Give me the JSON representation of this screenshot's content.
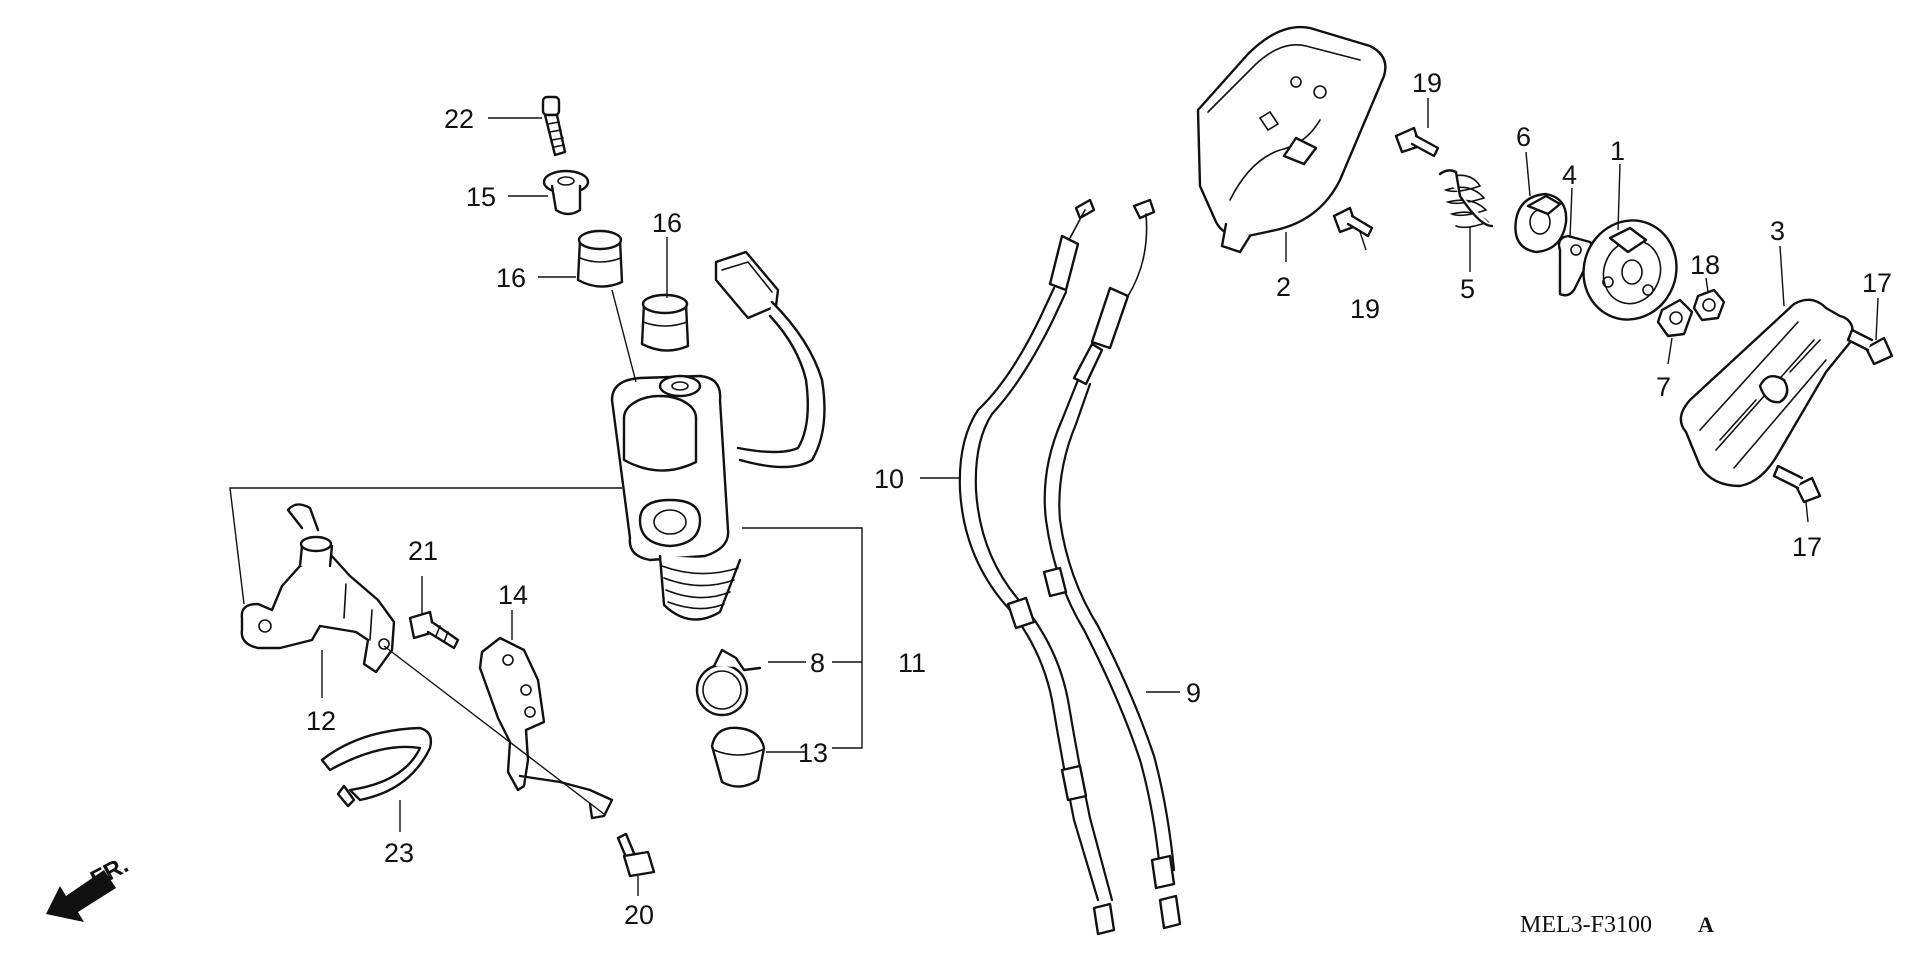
{
  "callouts": {
    "c1": "1",
    "c2": "2",
    "c3": "3",
    "c4": "4",
    "c5": "5",
    "c6": "6",
    "c7": "7",
    "c8": "8",
    "c9": "9",
    "c10": "10",
    "c11": "11",
    "c12": "12",
    "c13": "13",
    "c14": "14",
    "c15": "15",
    "c16a": "16",
    "c16b": "16",
    "c17a": "17",
    "c17b": "17",
    "c18": "18",
    "c19a": "19",
    "c19b": "19",
    "c20": "20",
    "c21": "21",
    "c22": "22",
    "c23": "23"
  },
  "diagram_code": "MEL3-F3100",
  "diagram_code_suffix": "A",
  "direction_label": "FR."
}
